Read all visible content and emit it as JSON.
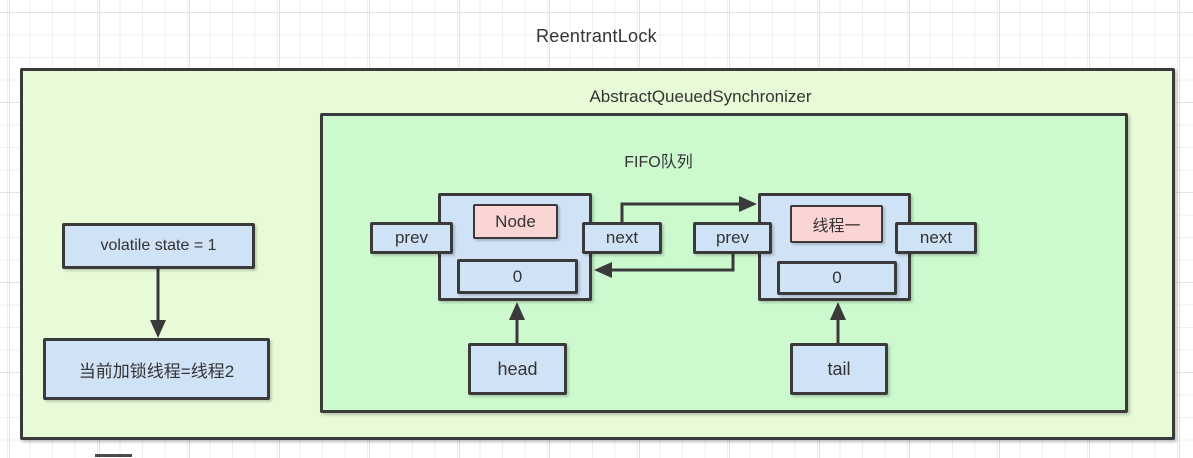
{
  "title": "ReentrantLock",
  "aqs": {
    "label": "AbstractQueuedSynchronizer",
    "state_label": "volatile state = 1",
    "owner_label": "当前加锁线程=线程2",
    "fifo": {
      "label": "FIFO队列",
      "head_label": "head",
      "tail_label": "tail",
      "nodes": [
        {
          "title": "Node",
          "value": "0",
          "prev_label": "prev",
          "next_label": "next"
        },
        {
          "title": "线程一",
          "value": "0",
          "prev_label": "prev",
          "next_label": "next"
        }
      ]
    }
  },
  "colors": {
    "outer_fill": "#e8fbd8",
    "inner_fill": "#cdf9cf",
    "shape_blue": "#cfe2f6",
    "shape_pink": "#fbd5d3",
    "stroke": "#3a3a3a",
    "text": "#333333"
  }
}
